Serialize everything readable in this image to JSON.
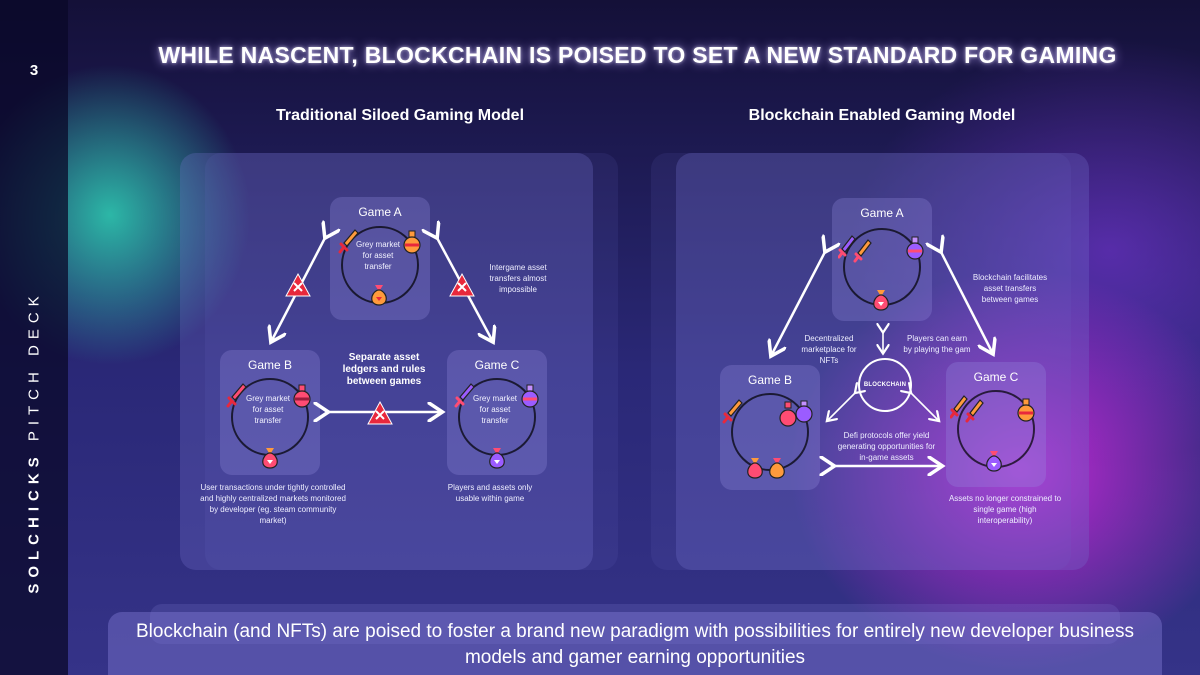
{
  "page": {
    "number": "3"
  },
  "sidebar": {
    "label_bold": "SOLCHICKS",
    "label_rest": "PITCH DECK"
  },
  "title": "WHILE NASCENT, BLOCKCHAIN IS POISED TO SET A NEW STANDARD FOR GAMING",
  "left_panel": {
    "title": "Traditional Siloed Gaming Model",
    "game_a": {
      "label": "Game A",
      "center": "Grey market for asset transfer"
    },
    "game_b": {
      "label": "Game B",
      "center": "Grey market for asset transfer"
    },
    "game_c": {
      "label": "Game C",
      "center": "Grey market for asset transfer"
    },
    "note_center": "Separate asset ledgers and rules between games",
    "note_intergame": "Intergame asset transfers almost impossible",
    "note_b": "User transactions under tightly controlled and highly centralized markets monitored by developer (eg. steam community market)",
    "note_c": "Players and assets only usable within game"
  },
  "right_panel": {
    "title": "Blockchain Enabled Gaming Model",
    "game_a": {
      "label": "Game A"
    },
    "game_b": {
      "label": "Game B"
    },
    "game_c": {
      "label": "Game C"
    },
    "blockchain_label": "BLOCKCHAIN",
    "note_blockchain": "Blockchain facilitates asset transfers between games",
    "note_marketplace": "Decentralized marketplace for NFTs",
    "note_earn": "Players can earn by playing the gam",
    "note_defi": "Defi protocols offer yield generating opportunities for in-game assets",
    "note_c": "Assets no longer constrained to single game (high interoperability)"
  },
  "footer": "Blockchain (and NFTs) are poised to foster a brand new paradigm with possibilities for entirely new developer business models and gamer earning opportunities",
  "colors": {
    "accent_pink": "#ff4c73",
    "accent_orange": "#ff9a3c",
    "accent_purple": "#9b5cff",
    "cross_red": "#e8283c"
  }
}
